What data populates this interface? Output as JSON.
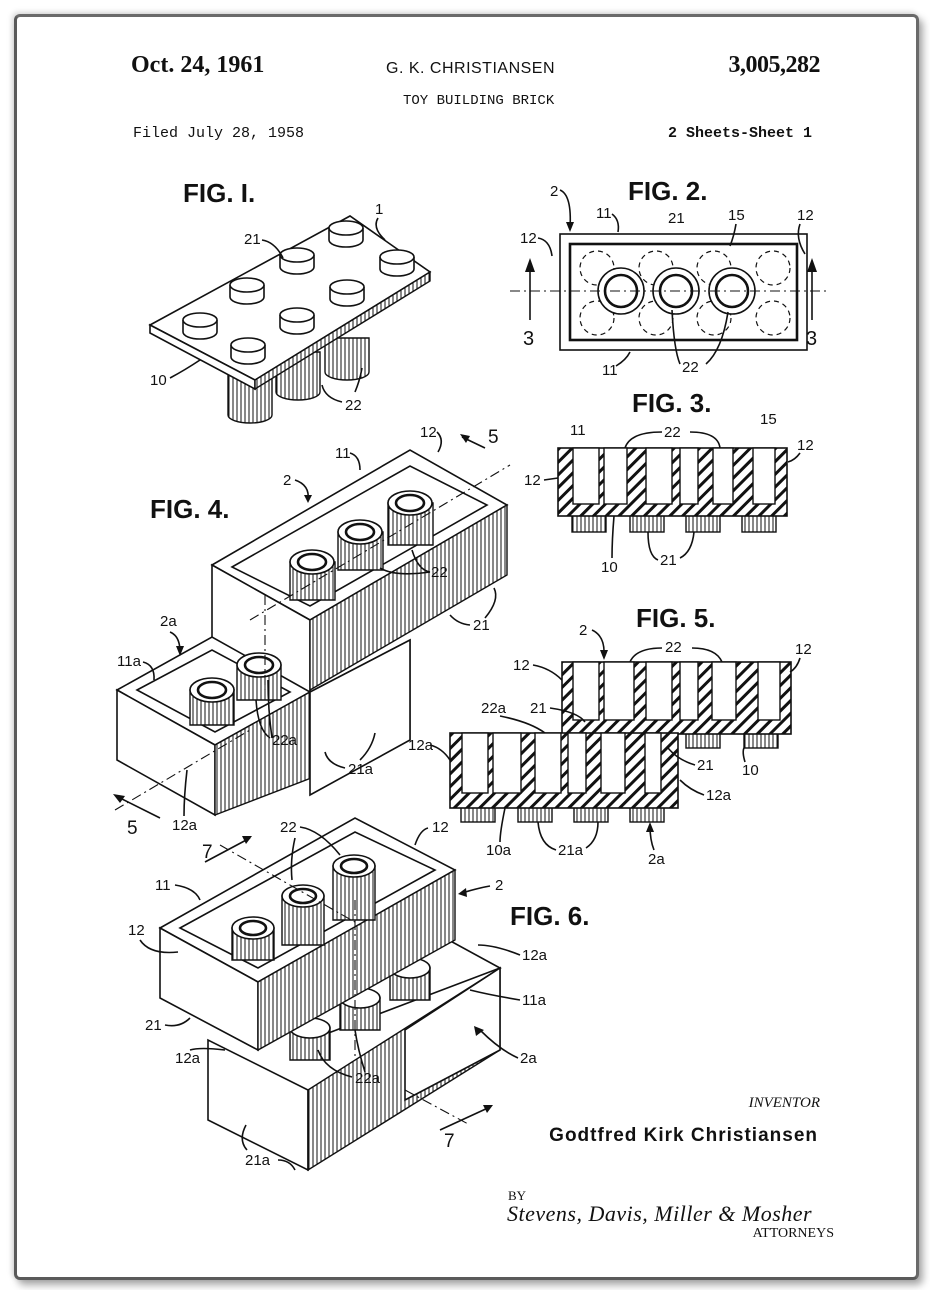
{
  "header": {
    "date": "Oct. 24, 1961",
    "inventor_short": "G. K. CHRISTIANSEN",
    "patent_number": "3,005,282",
    "title": "TOY BUILDING BRICK",
    "filed": "Filed July 28, 1958",
    "sheets": "2 Sheets-Sheet 1"
  },
  "figures": {
    "fig1": {
      "title": "FIG. I.",
      "labels": [
        "1",
        "21",
        "10",
        "22"
      ]
    },
    "fig2": {
      "title": "FIG. 2.",
      "labels": [
        "2",
        "11",
        "21",
        "15",
        "12",
        "12",
        "3",
        "3",
        "11",
        "22"
      ]
    },
    "fig3": {
      "title": "FIG. 3.",
      "labels": [
        "11",
        "22",
        "15",
        "12",
        "12",
        "10",
        "21"
      ]
    },
    "fig4": {
      "title": "FIG. 4.",
      "labels": [
        "12",
        "5",
        "11",
        "2",
        "22",
        "21",
        "2a",
        "11a",
        "22a",
        "21a",
        "5",
        "12a"
      ]
    },
    "fig5": {
      "title": "FIG. 5.",
      "labels": [
        "2",
        "22",
        "12",
        "12",
        "22a",
        "21",
        "12a",
        "21",
        "10",
        "12a",
        "10a",
        "21a",
        "2a"
      ]
    },
    "fig6": {
      "title": "FIG. 6.",
      "labels": [
        "22",
        "12",
        "7",
        "2",
        "11",
        "12",
        "12a",
        "11a",
        "21",
        "12a",
        "22a",
        "2a",
        "7",
        "21a"
      ]
    }
  },
  "footer": {
    "inventor_label": "INVENTOR",
    "inventor_name": "Godtfred Kirk Christiansen",
    "by": "BY",
    "signature": "Stevens, Davis, Miller & Mosher",
    "attorneys": "ATTORNEYS"
  }
}
